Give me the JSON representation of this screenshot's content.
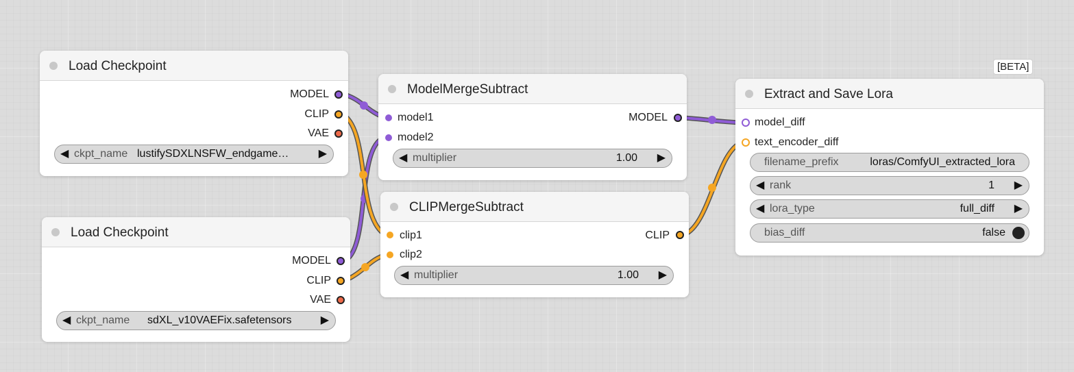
{
  "colors": {
    "model": "#8f5cd6",
    "clip": "#f5a623",
    "vae": "#ee6a4a"
  },
  "nodes": {
    "load_checkpoint_1": {
      "title": "Load Checkpoint",
      "outputs": {
        "model": "MODEL",
        "clip": "CLIP",
        "vae": "VAE"
      },
      "ckpt_label": "ckpt_name",
      "ckpt_value": "lustifySDXLNSFW_endgame…"
    },
    "load_checkpoint_2": {
      "title": "Load Checkpoint",
      "outputs": {
        "model": "MODEL",
        "clip": "CLIP",
        "vae": "VAE"
      },
      "ckpt_label": "ckpt_name",
      "ckpt_value": "sdXL_v10VAEFix.safetensors"
    },
    "model_merge_subtract": {
      "title": "ModelMergeSubtract",
      "inputs": {
        "model1": "model1",
        "model2": "model2"
      },
      "output": "MODEL",
      "multiplier_label": "multiplier",
      "multiplier_value": "1.00"
    },
    "clip_merge_subtract": {
      "title": "CLIPMergeSubtract",
      "inputs": {
        "clip1": "clip1",
        "clip2": "clip2"
      },
      "output": "CLIP",
      "multiplier_label": "multiplier",
      "multiplier_value": "1.00"
    },
    "extract_save_lora": {
      "title": "Extract and Save Lora",
      "badge": "[BETA]",
      "inputs": {
        "model_diff": "model_diff",
        "text_encoder_diff": "text_encoder_diff"
      },
      "filename_prefix_label": "filename_prefix",
      "filename_prefix_value": "loras/ComfyUI_extracted_lora",
      "rank_label": "rank",
      "rank_value": "1",
      "lora_type_label": "lora_type",
      "lora_type_value": "full_diff",
      "bias_diff_label": "bias_diff",
      "bias_diff_value": "false"
    }
  },
  "icons": {
    "arrow_left": "◀",
    "arrow_right": "▶"
  }
}
